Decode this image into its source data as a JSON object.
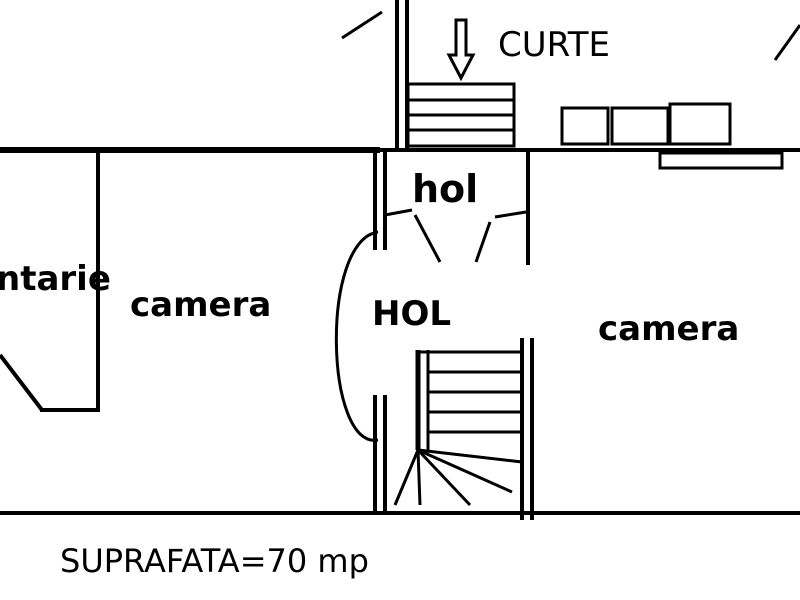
{
  "labels": {
    "courtyard": "CURTE",
    "small_hall": "hol",
    "main_hall": "HOL",
    "room_left": "camera",
    "room_right": "camera",
    "pantry_partial": "ntarie",
    "area": "SUPRAFATA=70 mp"
  },
  "colors": {
    "ink": "#000000",
    "background": "#ffffff"
  }
}
